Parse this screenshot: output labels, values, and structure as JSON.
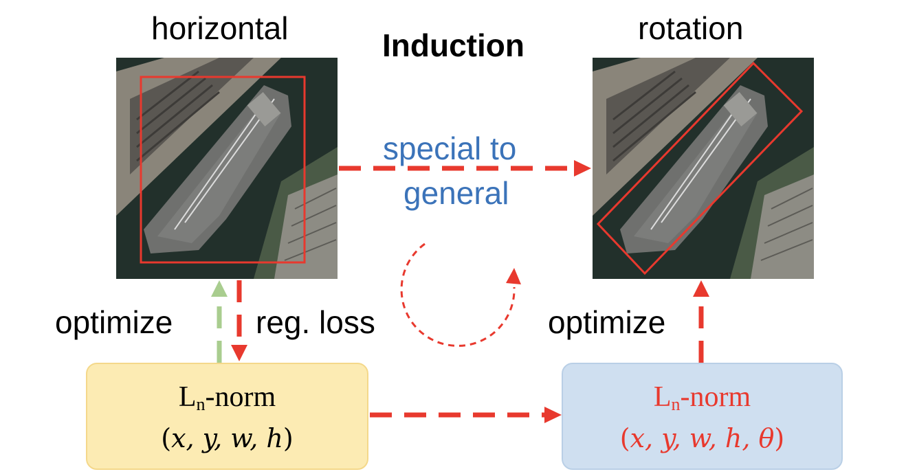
{
  "headings": {
    "left": "horizontal",
    "center": "Induction",
    "right": "rotation"
  },
  "middle_text": {
    "line1": "special to",
    "line2": "general"
  },
  "side_labels": {
    "left_optimize": "optimize",
    "reg_loss": "reg. loss",
    "right_optimize": "optimize"
  },
  "boxes": {
    "left": {
      "base": "L",
      "sub": "n",
      "rest": "-norm",
      "params_open": "(",
      "params": "x, y, w, h",
      "params_close": ")"
    },
    "right": {
      "base": "L",
      "sub": "n",
      "rest": "-norm",
      "params_open": "(",
      "params": "x, y, w, h, θ",
      "params_close": ")"
    }
  },
  "colors": {
    "red_arrow": "#e8392e",
    "green_arrow": "#a9cd8f",
    "blue_text": "#3b73b9",
    "left_box_fill": "#fcebb3",
    "left_box_border": "#f4d88a",
    "right_box_fill": "#cfdff0",
    "right_box_border": "#b9cfe6",
    "bbox_red": "#e8392e"
  }
}
